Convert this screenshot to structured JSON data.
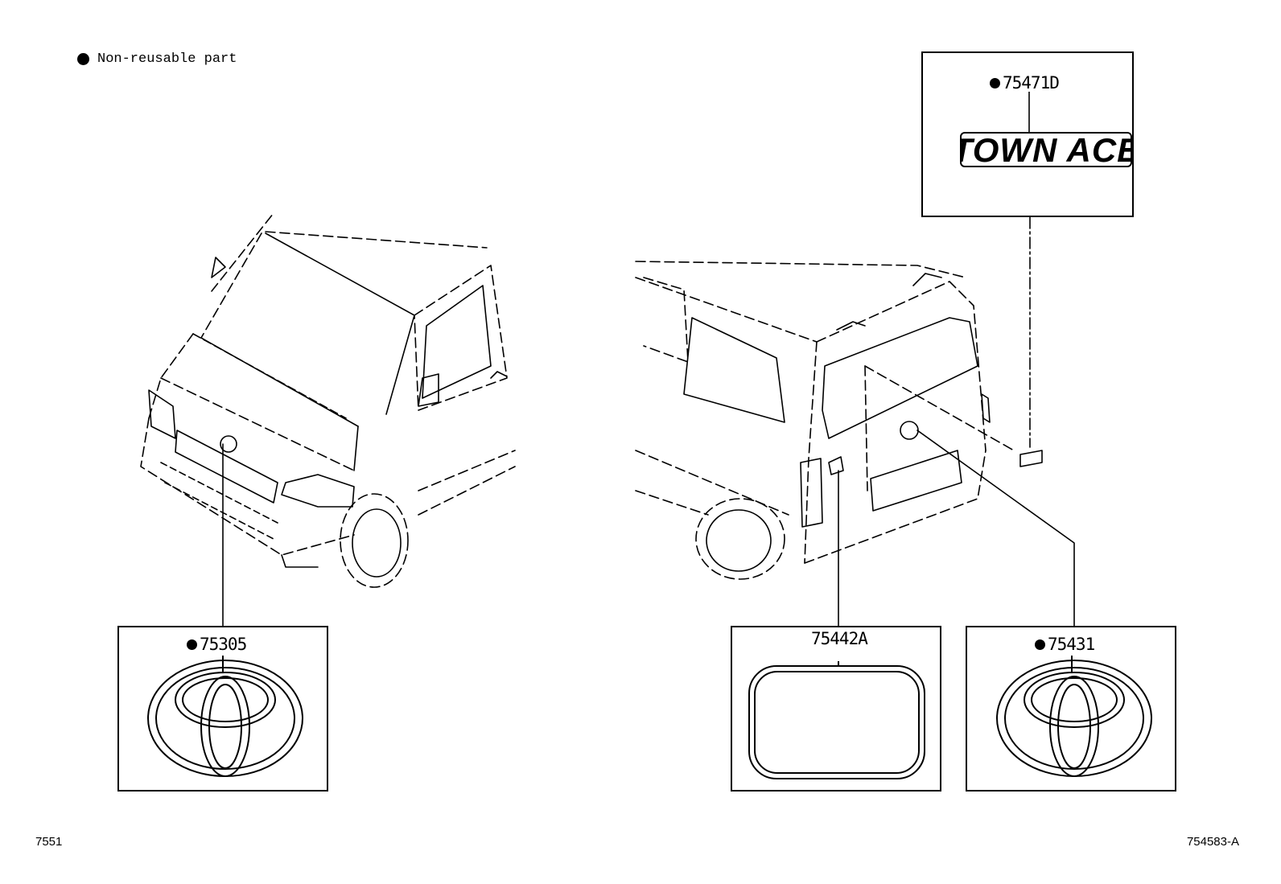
{
  "legend": {
    "symbol": "●",
    "text": "Non-reusable part"
  },
  "parts": {
    "front_emblem": {
      "number": "75305",
      "non_reusable": true,
      "icon": "toyota-emblem-icon"
    },
    "plate_cover": {
      "number": "75442A",
      "non_reusable": false,
      "icon": "rounded-rectangle-plate-icon"
    },
    "rear_emblem": {
      "number": "75431",
      "non_reusable": true,
      "icon": "toyota-emblem-icon"
    },
    "name_plate": {
      "number": "75471D",
      "non_reusable": true,
      "text": "TOWN ACE"
    }
  },
  "footer": {
    "left_code": "7551",
    "right_code": "754583-A"
  }
}
